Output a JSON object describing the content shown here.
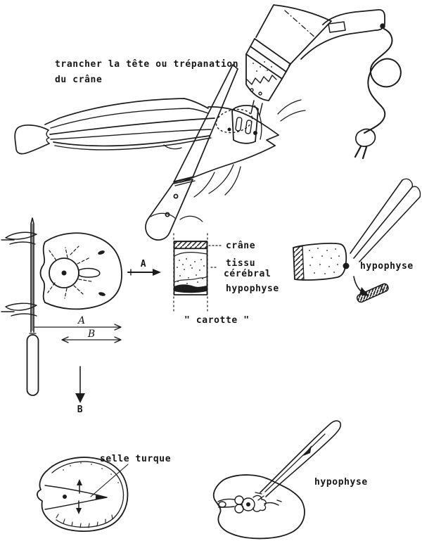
{
  "captions": {
    "top_line1": "trancher la tête ou trépanation",
    "top_line2": "du crâne",
    "carotte_quoted": "\" carotte \"",
    "selle_turque": "selle turque",
    "hypophyse_extraction": "hypophyse"
  },
  "core_labels": {
    "crane": "crâne",
    "tissu_line1": "tissu",
    "tissu_line2": "cérébral",
    "hypophyse": "hypophyse"
  },
  "right_core": {
    "hypophyse": "hypophyse"
  },
  "markers": {
    "arrow_a": "A",
    "dim_a": "A",
    "dim_b": "B",
    "arrow_b": "B"
  },
  "colors": {
    "ink": "#1c1c1c",
    "paper": "#ffffff"
  }
}
